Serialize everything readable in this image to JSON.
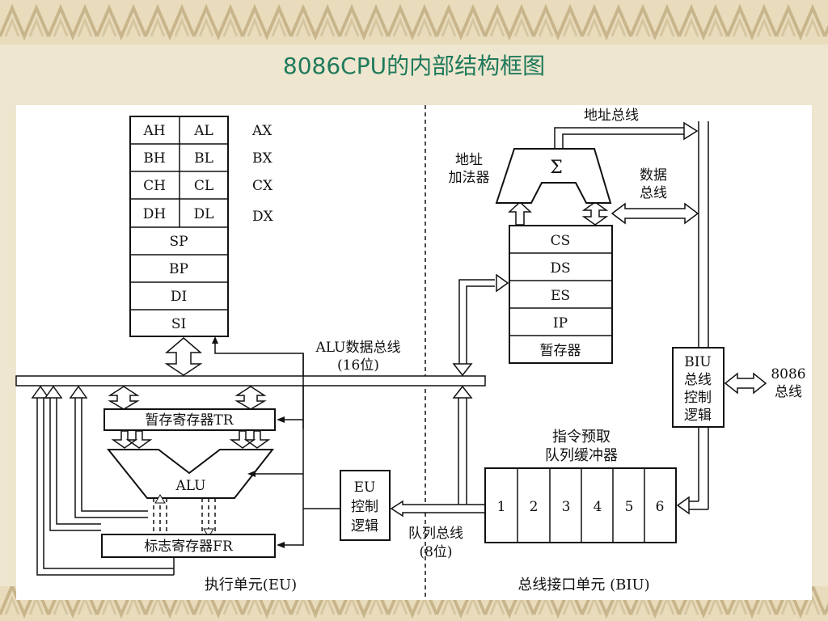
{
  "slide": {
    "title": "8086CPU的内部结构框图"
  },
  "colors": {
    "title": "#1f7a5c",
    "background": "#efe6cf",
    "panel": "#ffffff",
    "ink": "#111111"
  },
  "registers": {
    "pairs": [
      {
        "high": "AH",
        "low": "AL",
        "name": "AX"
      },
      {
        "high": "BH",
        "low": "BL",
        "name": "BX"
      },
      {
        "high": "CH",
        "low": "CL",
        "name": "CX"
      },
      {
        "high": "DH",
        "low": "DL",
        "name": "DX"
      }
    ],
    "pointers": [
      "SP",
      "BP",
      "DI",
      "SI"
    ]
  },
  "eu": {
    "alu_bus_label": "ALU数据总线",
    "alu_bus_width": "(16位)",
    "temp_register": "暂存寄存器TR",
    "alu": "ALU",
    "flag_register": "标志寄存器FR",
    "control_logic": [
      "EU",
      "控制",
      "逻辑"
    ],
    "unit_label": "执行单元(EU)"
  },
  "biu": {
    "address_bus": "地址总线",
    "data_bus": [
      "数据",
      "总线"
    ],
    "address_adder": [
      "地址",
      "加法器"
    ],
    "sigma": "Σ",
    "segment_registers": [
      "CS",
      "DS",
      "ES",
      "IP",
      "暂存器"
    ],
    "control_logic": [
      "BIU",
      "总线",
      "控制",
      "逻辑"
    ],
    "external_bus": [
      "8086",
      "总线"
    ],
    "queue_title": [
      "指令预取",
      "队列缓冲器"
    ],
    "queue_cells": [
      "1",
      "2",
      "3",
      "4",
      "5",
      "6"
    ],
    "queue_bus_label": "队列总线",
    "queue_bus_width": "(8位)",
    "unit_label": "总线接口单元 (BIU)"
  }
}
